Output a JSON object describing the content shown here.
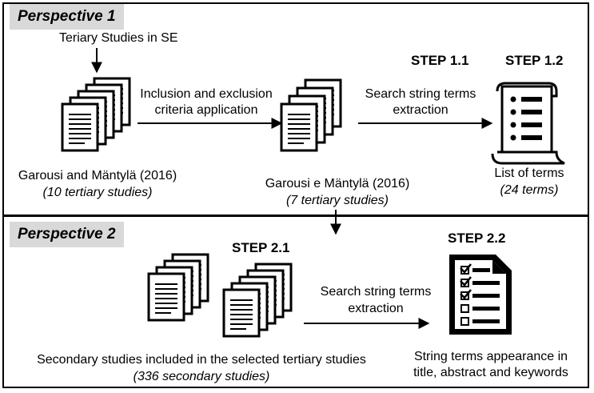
{
  "perspective1": {
    "title": "Perspective 1",
    "source_label": "Teriary Studies in SE",
    "step_1_1": "STEP 1.1",
    "step_1_2": "STEP 1.2",
    "inclusion_label_line1": "Inclusion and exclusion",
    "inclusion_label_line2": "criteria application",
    "search_label_line1": "Search string terms",
    "search_label_line2": "extraction",
    "input_docs_title": "Garousi and Mäntylä (2016)",
    "input_docs_count": "(10 tertiary studies)",
    "filtered_docs_title": "Garousi e Mäntylä (2016)",
    "filtered_docs_count": "(7 tertiary studies)",
    "terms_title": "List of terms",
    "terms_count": "(24 terms)"
  },
  "perspective2": {
    "title": "Perspective 2",
    "step_2_1": "STEP 2.1",
    "step_2_2": "STEP 2.2",
    "search_label_line1": "Search string terms",
    "search_label_line2": "extraction",
    "secondary_title": "Secondary studies included in the selected tertiary studies",
    "secondary_count": "(336 secondary studies)",
    "appearance_line1": "String terms appearance in",
    "appearance_line2": "title, abstract and keywords"
  },
  "icons": [
    "document-stack-icon",
    "scroll-list-icon",
    "checklist-icon"
  ]
}
